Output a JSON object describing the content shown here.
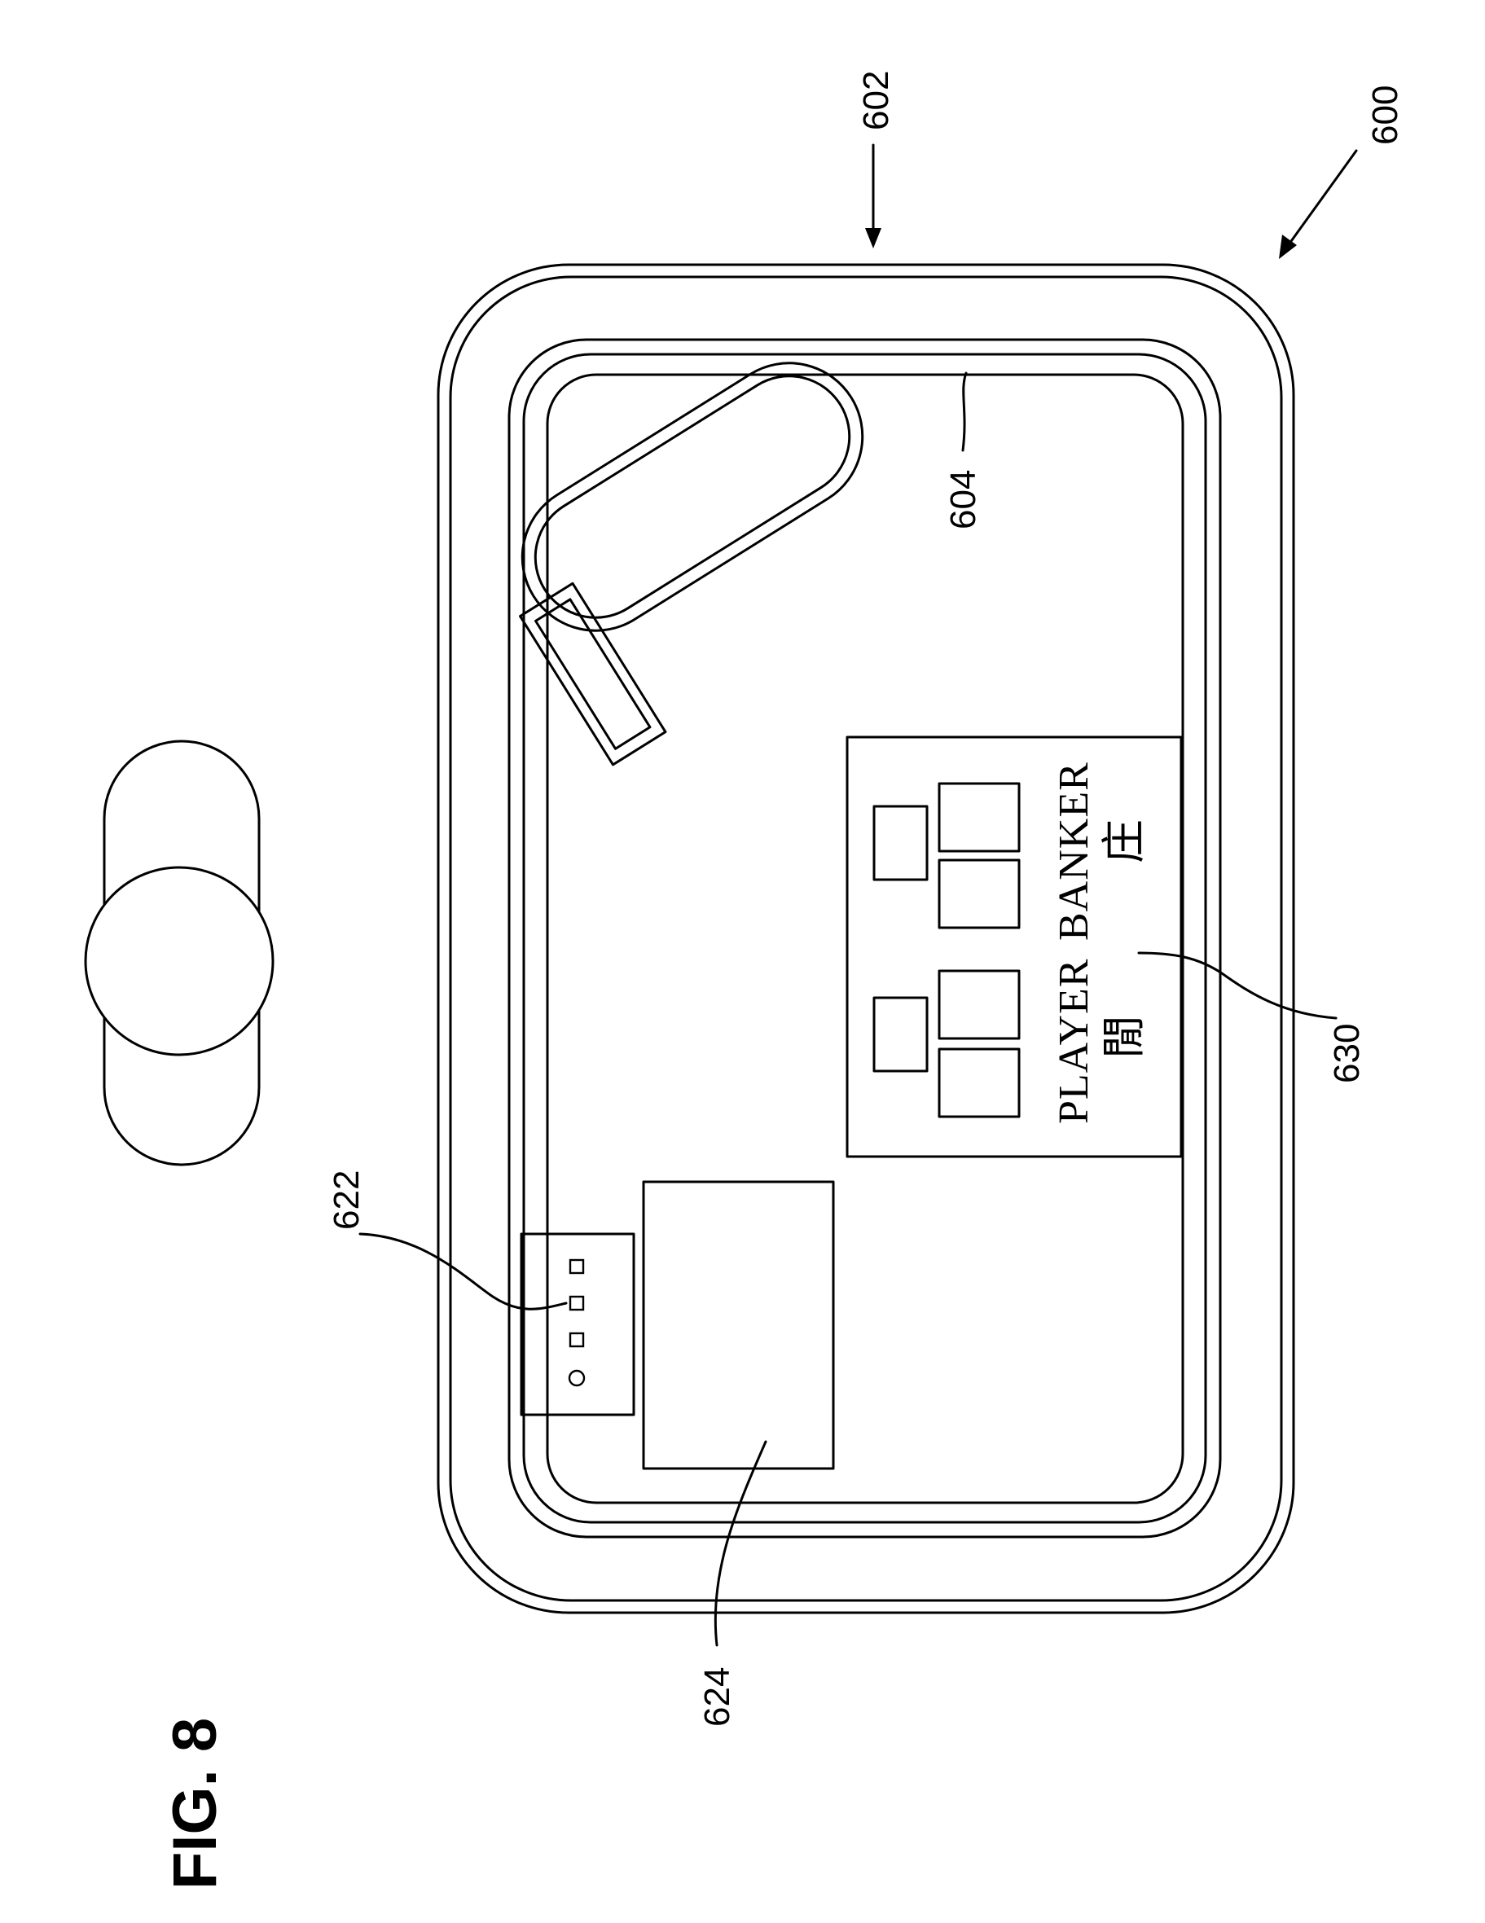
{
  "figure": {
    "caption": "FIG. 8"
  },
  "reference_numerals": {
    "r600": "600",
    "r602": "602",
    "r604": "604",
    "r622": "622",
    "r624": "624",
    "r630": "630"
  },
  "display_panel": {
    "player_label": "PLAYER",
    "player_cjk": "閒",
    "banker_label": "BANKER",
    "banker_cjk": "庄"
  }
}
